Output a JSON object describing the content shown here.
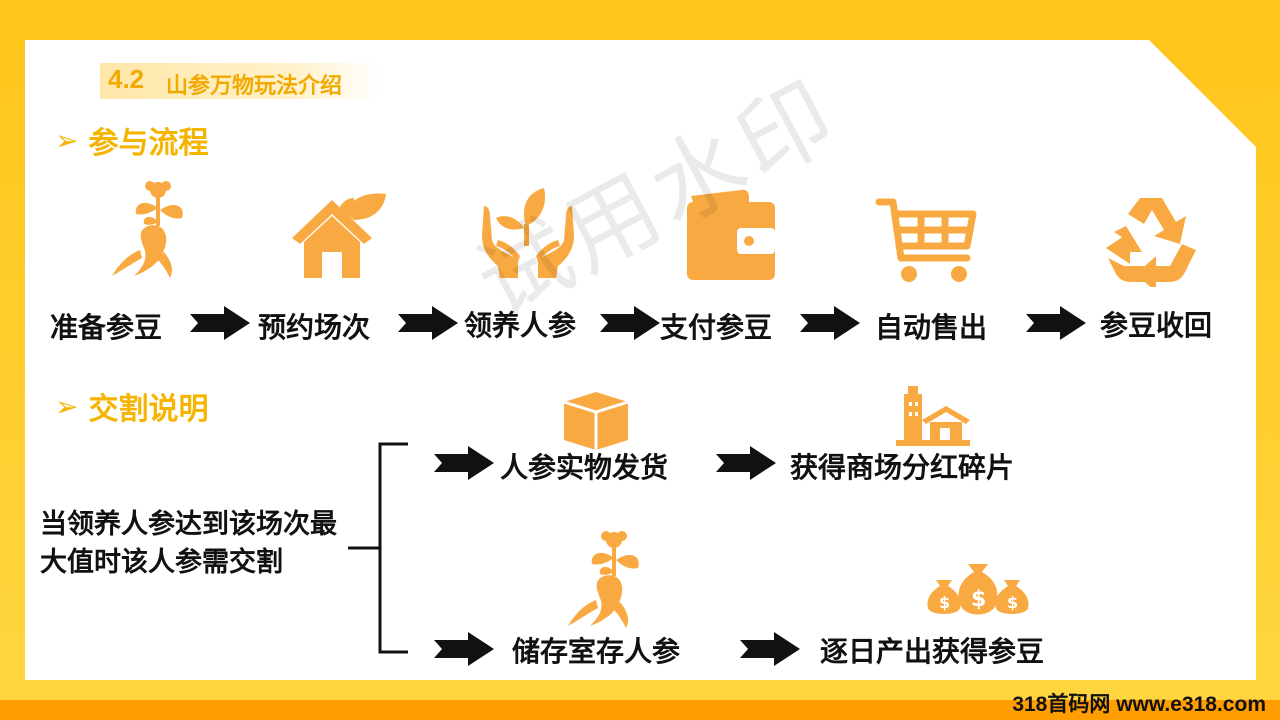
{
  "section": {
    "number": "4.2",
    "title": "山参万物玩法介绍"
  },
  "headings": {
    "process": "参与流程",
    "settlement": "交割说明"
  },
  "steps": [
    {
      "label": "准备参豆",
      "icon": "ginseng-icon"
    },
    {
      "label": "预约场次",
      "icon": "house-leaf-icon"
    },
    {
      "label": "领养人参",
      "icon": "hands-sprout-icon"
    },
    {
      "label": "支付参豆",
      "icon": "wallet-icon"
    },
    {
      "label": "自动售出",
      "icon": "shopping-cart-icon"
    },
    {
      "label": "参豆收回",
      "icon": "recycle-icon"
    }
  ],
  "settlement": {
    "condition": "当领养人参达到该场次最大值时该人参需交割",
    "option1": {
      "action": "人参实物发货",
      "result": "获得商场分红碎片"
    },
    "option2": {
      "action": "储存室存人参",
      "result": "逐日产出获得参豆"
    }
  },
  "watermark": "试用水印",
  "site_mark": "318首码网 www.e318.com",
  "colors": {
    "accent": "#F5B400",
    "icon": "#F9A941",
    "background": "#FFC51A",
    "footer": "#FF9E00"
  }
}
